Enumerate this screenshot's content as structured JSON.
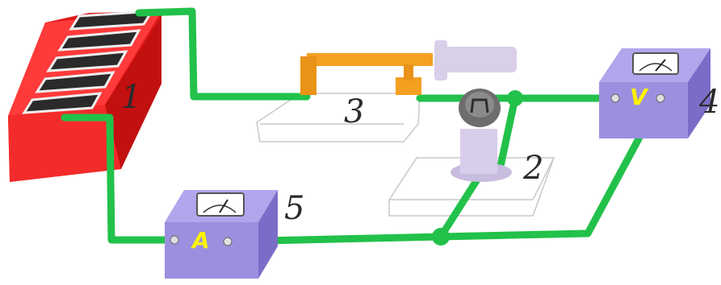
{
  "labels": {
    "battery": "1",
    "lamp": "2",
    "key": "3",
    "voltmeter": "4",
    "ammeter": "5"
  },
  "meters": {
    "voltmeter_letter": "V",
    "ammeter_letter": "A"
  },
  "colors": {
    "wire": "#22c14a",
    "battery": "#f02020",
    "battery_dark": "#c41414",
    "meter_body": "#9b8fe0",
    "meter_side": "#7a6dc8",
    "meter_letter": "#fff200",
    "key": "#f4a020",
    "handle": "#d9cfe9",
    "lamp_stand": "#d8cdea"
  }
}
